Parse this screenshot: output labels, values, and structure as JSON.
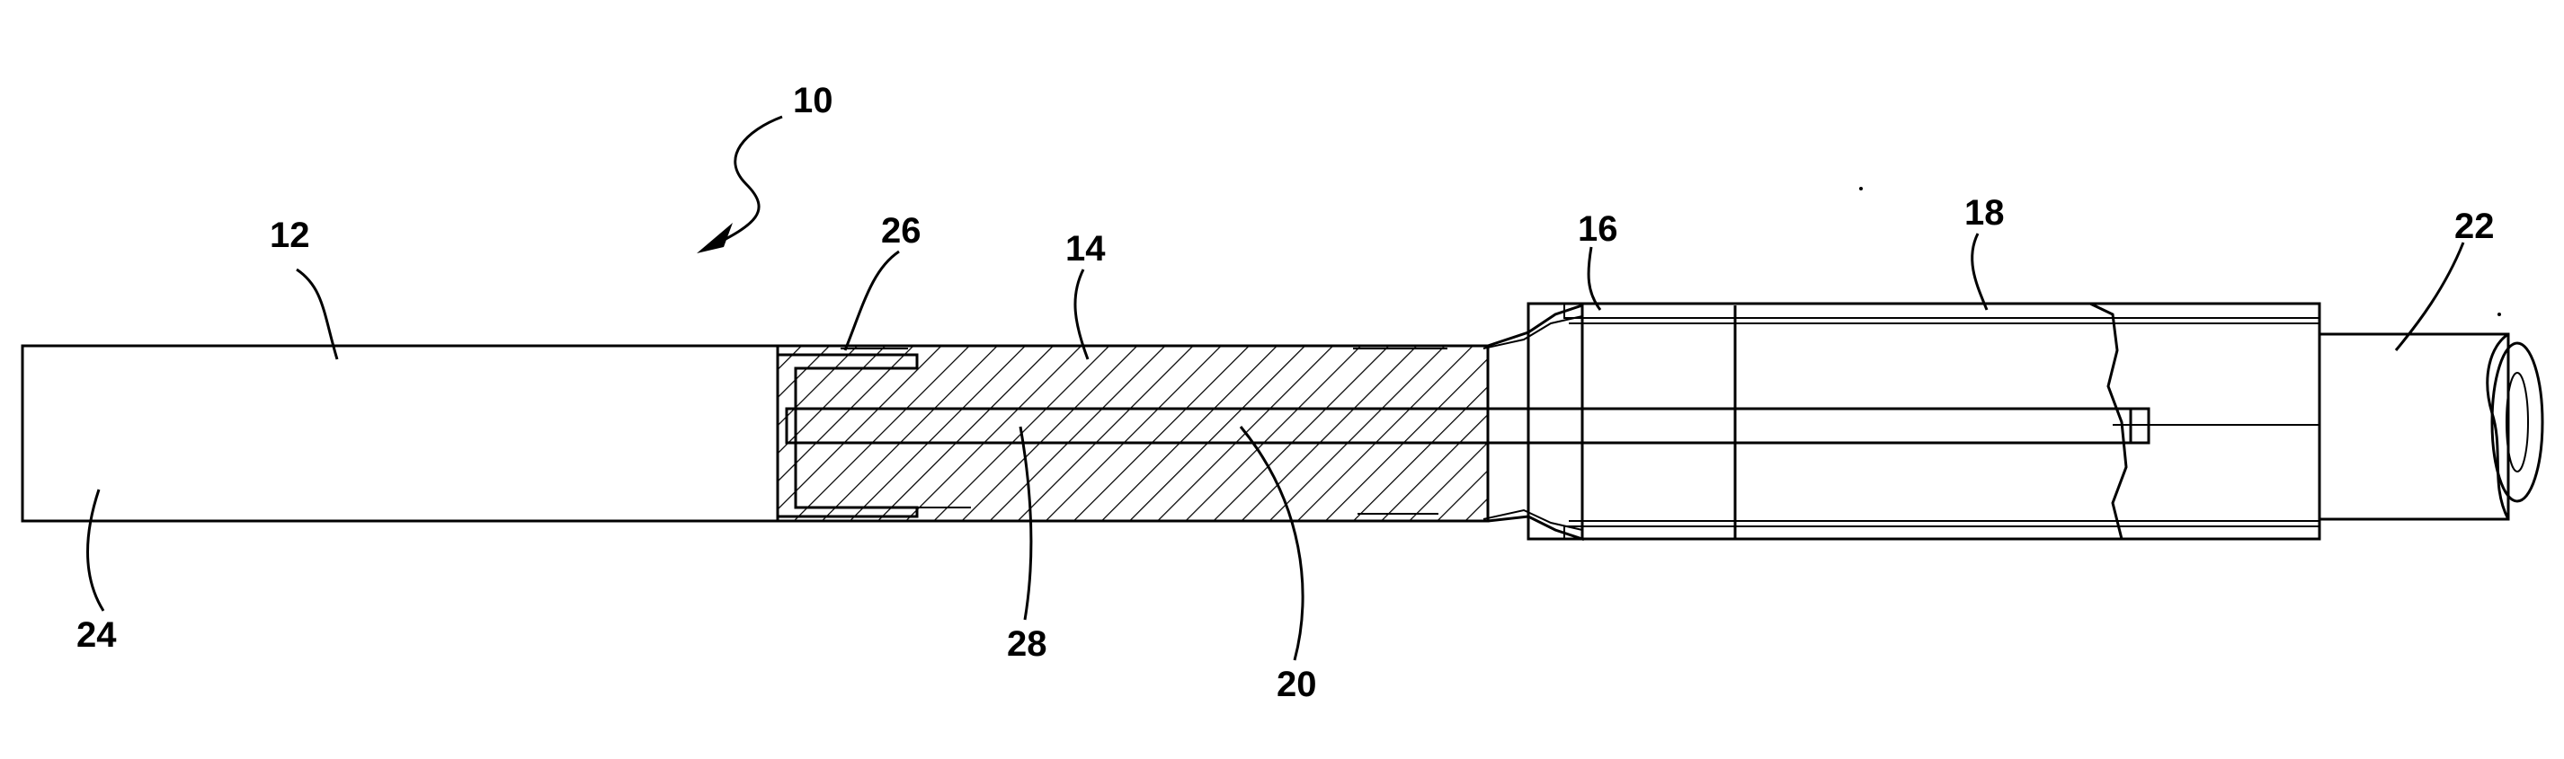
{
  "figure": {
    "labels": {
      "ref_10": "10",
      "ref_12": "12",
      "ref_14": "14",
      "ref_16": "16",
      "ref_18": "18",
      "ref_20": "20",
      "ref_22": "22",
      "ref_24": "24",
      "ref_26": "26",
      "ref_28": "28"
    }
  }
}
